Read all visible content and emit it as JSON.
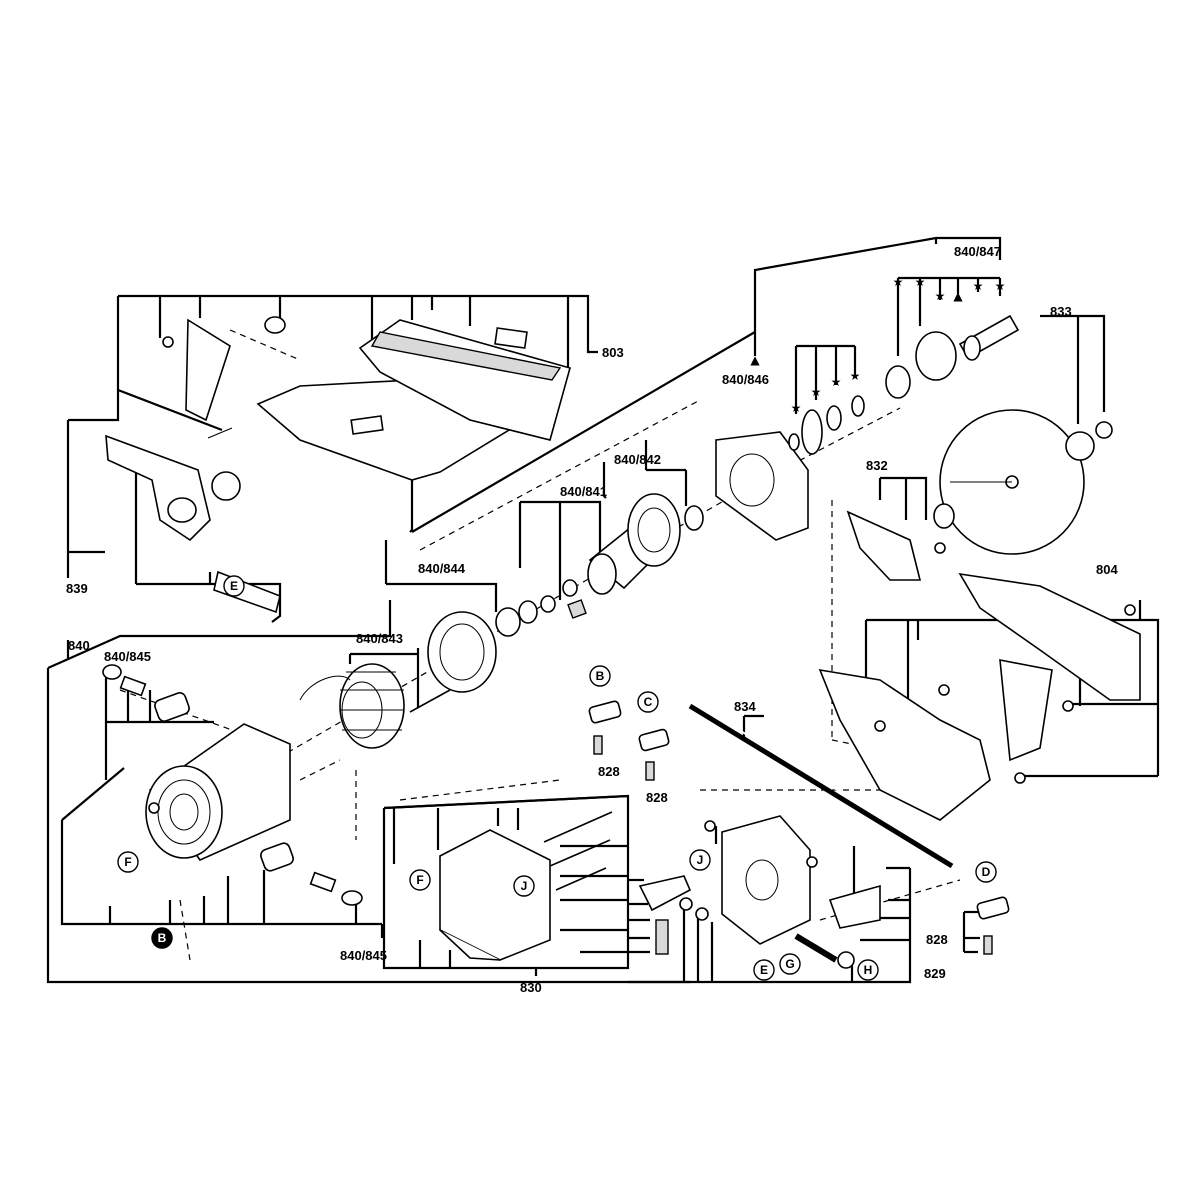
{
  "part_labels": {
    "p803": "803",
    "p839": "839",
    "p840": "840",
    "p840_845_top": "840/845",
    "p840_845_bottom": "840/845",
    "p840_844": "840/844",
    "p840_843": "840/843",
    "p840_841": "840/841",
    "p840_842": "840/842",
    "p840_846": "840/846",
    "p840_847": "840/847",
    "p833": "833",
    "p832": "832",
    "p804": "804",
    "p834": "834",
    "p828_b": "828",
    "p828_c": "828",
    "p828_d": "828",
    "p830": "830",
    "p829": "829"
  },
  "callouts": {
    "B_top": "B",
    "C": "C",
    "D": "D",
    "E_left": "E",
    "E_bottom": "E",
    "F_left": "F",
    "F_center": "F",
    "G": "G",
    "H": "H",
    "J_center": "J",
    "J_right": "J",
    "B_bottom": "B"
  },
  "markers": {
    "star": "★",
    "triangle": "▲"
  },
  "colors": {
    "line": "#000000",
    "part_fill": "#ffffff",
    "shade": "#d9d9d9"
  }
}
